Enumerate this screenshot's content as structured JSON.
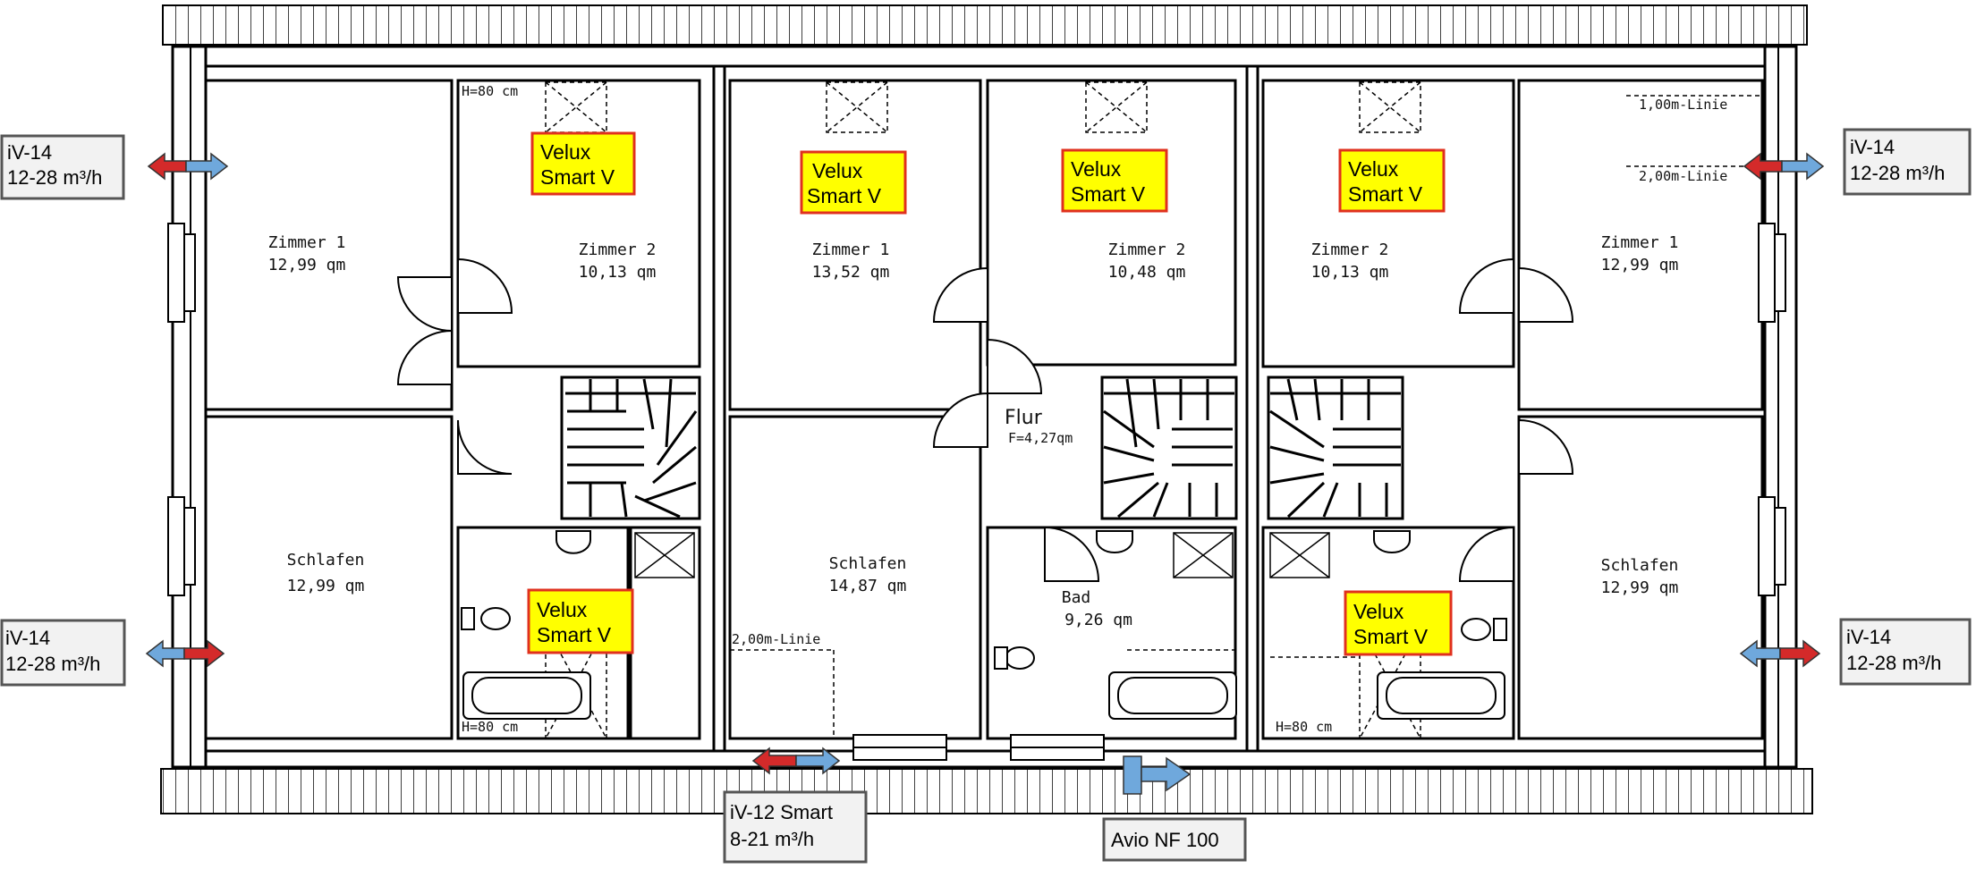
{
  "rooms": {
    "left_zimmer1": {
      "name": "Zimmer 1",
      "area": "12,99 qm"
    },
    "left_zimmer2": {
      "name": "Zimmer 2",
      "area": "10,13 qm"
    },
    "left_schlafen": {
      "name": "Schlafen",
      "area": "12,99 qm"
    },
    "mid_zimmer1": {
      "name": "Zimmer 1",
      "area": "13,52 qm"
    },
    "mid_zimmer2": {
      "name": "Zimmer 2",
      "area": "10,48 qm"
    },
    "mid_schlafen": {
      "name": "Schlafen",
      "area": "14,87 qm"
    },
    "mid_bad": {
      "name": "Bad",
      "area": "9,26 qm"
    },
    "mid_flur": {
      "name": "Flur",
      "area": "F=4,27qm"
    },
    "right_zimmer2": {
      "name": "Zimmer 2",
      "area": "10,13 qm"
    },
    "right_zimmer1": {
      "name": "Zimmer 1",
      "area": "12,99 qm"
    },
    "right_schlafen": {
      "name": "Schlafen",
      "area": "12,99 qm"
    }
  },
  "annotations": {
    "h80_top": "H=80 cm",
    "h80_bottom_left": "H=80 cm",
    "h80_bottom_right": "H=80 cm",
    "line_1m": "1,00m-Linie",
    "line_2m_right": "2,00m-Linie",
    "line_2m_mid": "2,00m-Linie"
  },
  "velux": {
    "line1": "Velux",
    "line2": "Smart V"
  },
  "devices": {
    "iv14": {
      "model": "iV-14",
      "flow": "12-28 m³/h"
    },
    "iv12": {
      "model": "iV-12 Smart",
      "flow": "8-21 m³/h"
    },
    "avio": {
      "model": "Avio NF 100"
    }
  },
  "colors": {
    "wall": "#000000",
    "velux_fill": "#ffff00",
    "velux_border": "#e0301e",
    "arrow_red": "#d42a2a",
    "arrow_blue": "#6fa8dc",
    "device_box_fill": "#f2f2f2",
    "device_box_border": "#555555"
  }
}
